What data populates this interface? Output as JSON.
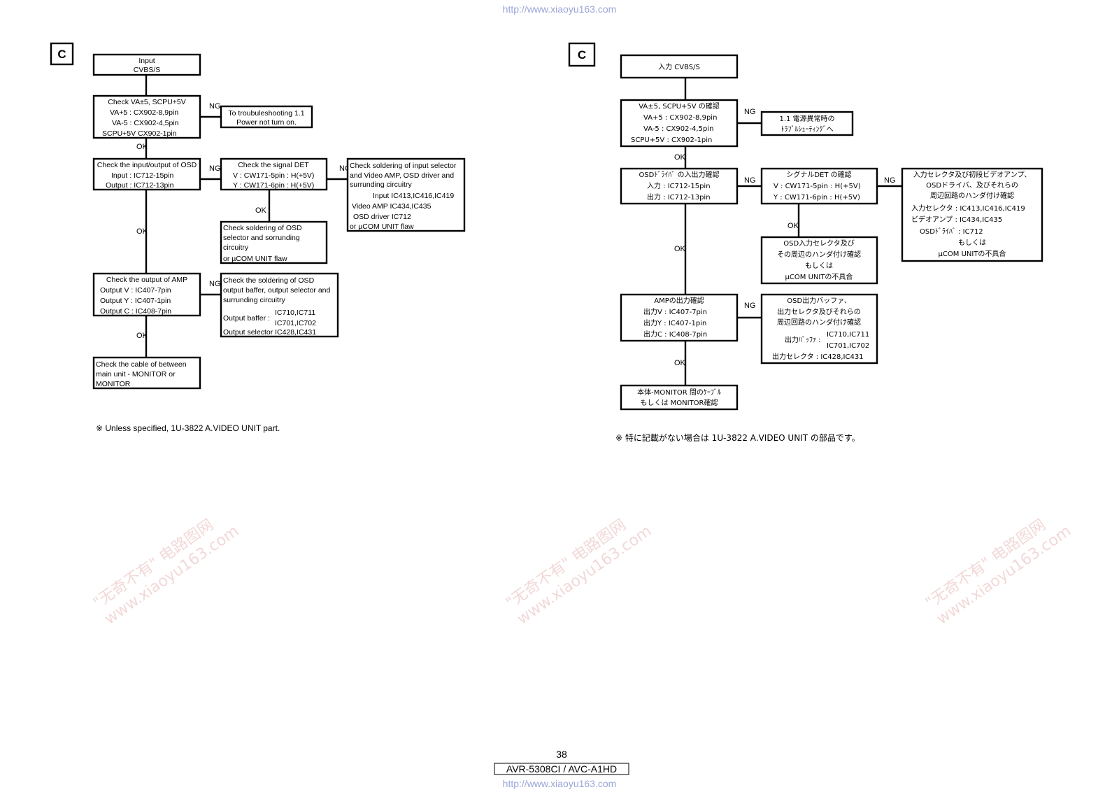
{
  "header_url": "http://www.xiaoyu163.com",
  "footer_url": "http://www.xiaoyu163.com",
  "page_number": "38",
  "model": "AVR-5308CI / AVC-A1HD",
  "watermark": {
    "cn": "\"无奇不有\" 电路图网",
    "url": "www.xiaoyu163.com"
  },
  "left": {
    "letter": "C",
    "ok": "OK",
    "ng": "NG",
    "note": "※  Unless specified, 1U-3822 A.VIDEO UNIT part.",
    "input": [
      "Input",
      "CVBS/S"
    ],
    "check_power": [
      "Check VA±5,   SCPU+5V",
      "VA+5 :  CX902-8,9pin",
      "VA-5 :  CX902-4,5pin",
      "SCPU+5V  CX902-1pin"
    ],
    "to_trouble": [
      "To troubuleshooting 1.1",
      "Power not turn on."
    ],
    "check_osd_io": [
      "Check the input/output of OSD",
      "Input :  IC712-15pin",
      "Output :  IC712-13pin"
    ],
    "check_det": [
      "Check the signal DET",
      "V : CW171-5pin :  H(+5V)",
      "Y : CW171-6pin :  H(+5V)"
    ],
    "check_input_sel": [
      "Check soldering of input selector",
      "and Video AMP, OSD driver and",
      "surrunding circuitry",
      "Input IC413,IC416,IC419",
      "Video AMP IC434,IC435",
      "OSD driver IC712",
      "or µCOM UNIT flaw"
    ],
    "check_osd_sel": [
      "Check soldering of OSD",
      "selector and sorrunding",
      "circuitry",
      "or µCOM UNIT flaw"
    ],
    "check_amp": [
      "Check the output of AMP",
      "Output V :  IC407-7pin",
      "Output Y :  IC407-1pin",
      "Output C :  IC408-7pin"
    ],
    "check_out_buf": [
      "Check the soldering of OSD",
      "output baffer, output selector and",
      "surrunding circuitry",
      "Output baffer :",
      "IC710,IC711",
      "IC701,IC702",
      "Output selector IC428,IC431"
    ],
    "check_cable": [
      "Check the cable of between",
      "main unit - MONITOR or",
      "MONITOR"
    ]
  },
  "right": {
    "letter": "C",
    "ok": "OK",
    "ng": "NG",
    "note": "※  特に記載がない場合は 1U-3822 A.VIDEO UNIT の部品です。",
    "input": [
      "入力    CVBS/S"
    ],
    "check_power": [
      "VA±5,  SCPU+5V の確認",
      "VA+5 :   CX902-8,9pin",
      "VA-5 :   CX902-4,5pin",
      "SCPU+5V :   CX902-1pin"
    ],
    "to_trouble": [
      "1.1 電源異常時の",
      "ﾄﾗﾌﾞﾙｼｭｰﾃｨﾝｸﾞへ"
    ],
    "check_osd_io": [
      "OSDﾄﾞﾗｲﾊﾞ の入出力確認",
      "入力 :   IC712-15pin",
      "出力 :   IC712-13pin"
    ],
    "check_det": [
      "シグナルDET の確認",
      "V : CW171-5pin :  H(+5V)",
      "Y : CW171-6pin :  H(+5V)"
    ],
    "check_input_sel": [
      "入力セレクタ及び初段ビデオアンプ、",
      "OSDドライバ、及びそれらの",
      "周辺回路のハンダ付け確認",
      "入力セレクタ :  IC413,IC416,IC419",
      "ビデオアンプ :  IC434,IC435",
      "OSDﾄﾞﾗｲﾊﾞ :  IC712",
      "もしくは",
      "μCOM UNITの不具合"
    ],
    "check_osd_sel": [
      "OSD入力セレクタ及び",
      "その周辺のハンダ付け確認",
      "もしくは",
      "μCOM UNITの不具合"
    ],
    "check_amp": [
      "AMPの出力確認",
      "出力V :   IC407-7pin",
      "出力Y :   IC407-1pin",
      "出力C :   IC408-7pin"
    ],
    "check_out_buf": [
      "OSD出力バッファ、",
      "出力セレクタ及びそれらの",
      "周辺回路のハンダ付け確認",
      "出力ﾊﾞｯﾌｧ :",
      "IC710,IC711",
      "IC701,IC702",
      "出力セレクタ :  IC428,IC431"
    ],
    "check_cable": [
      "本体-MONITOR 間のｹｰﾌﾞﾙ",
      "もしくは MONITOR確認"
    ]
  }
}
